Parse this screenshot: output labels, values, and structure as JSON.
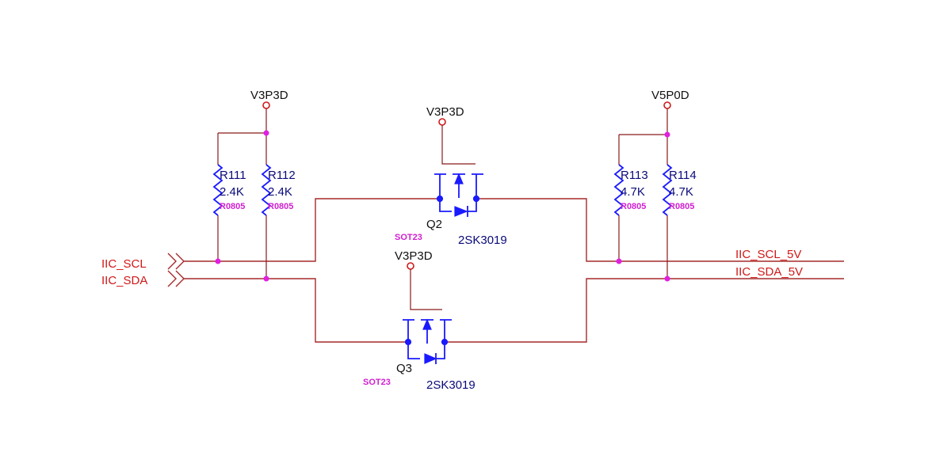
{
  "nets": {
    "left_scl": "IIC_SCL",
    "left_sda": "IIC_SDA",
    "right_scl": "IIC_SCL_5V",
    "right_sda": "IIC_SDA_5V"
  },
  "power": {
    "left": "V3P3D",
    "q2": "V3P3D",
    "q3": "V3P3D",
    "right": "V5P0D"
  },
  "resistors": [
    {
      "ref": "R111",
      "value": "2.4K",
      "footprint": "R0805"
    },
    {
      "ref": "R112",
      "value": "2.4K",
      "footprint": "R0805"
    },
    {
      "ref": "R113",
      "value": "4.7K",
      "footprint": "R0805"
    },
    {
      "ref": "R114",
      "value": "4.7K",
      "footprint": "R0805"
    }
  ],
  "transistors": [
    {
      "ref": "Q2",
      "part": "2SK3019",
      "footprint": "SOT23"
    },
    {
      "ref": "Q3",
      "part": "2SK3019",
      "footprint": "SOT23"
    }
  ],
  "colors": {
    "wire": "#a52a2a",
    "component": "#1a1aff",
    "junction": "#e020e0",
    "net_label": "#d01818",
    "footprint_label": "#d020d0"
  }
}
